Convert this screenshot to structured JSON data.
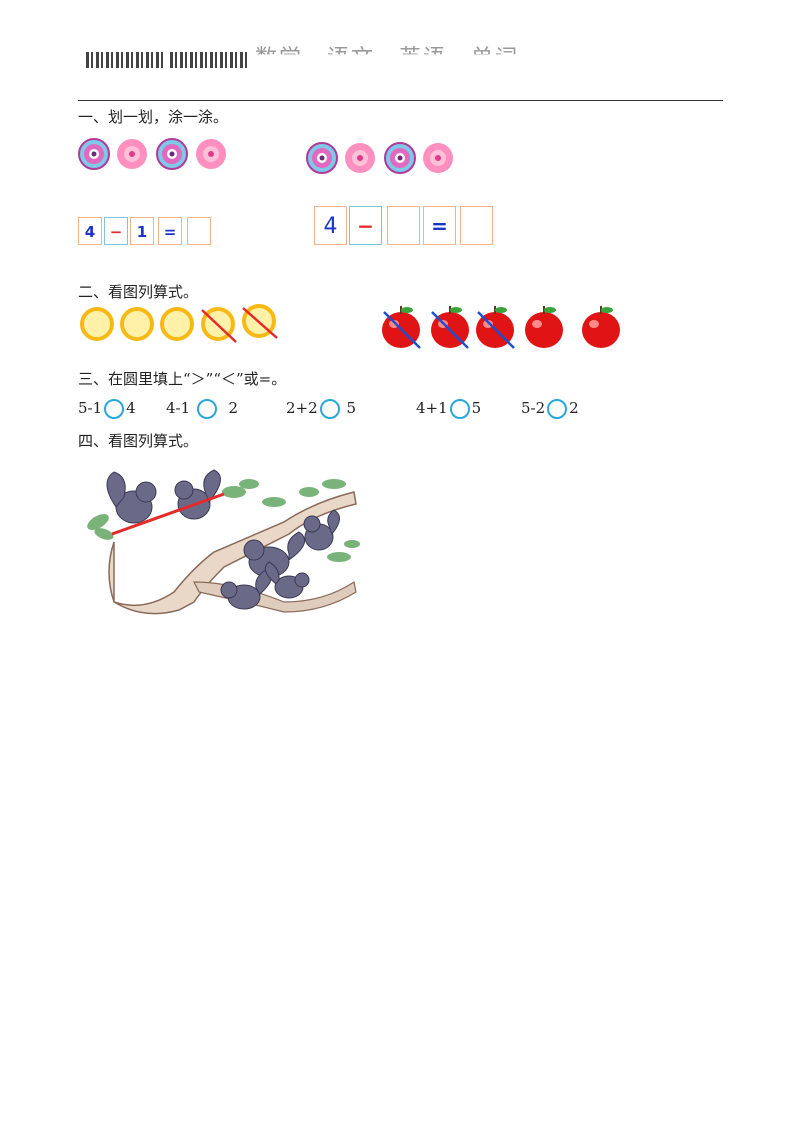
{
  "header": {
    "title": "数学、语文、英语、单词"
  },
  "sections": [
    {
      "label": "一、划一划，涂一涂。"
    },
    {
      "label": "二、看图列算式。"
    },
    {
      "label": "三、在圆里填上“＞”“＜”或=。"
    },
    {
      "label": "四、看图列算式。"
    }
  ],
  "equation_small": [
    "4",
    "−",
    "1",
    "=",
    ""
  ],
  "equation_large": [
    "4",
    "−",
    "",
    "=",
    ""
  ],
  "comparisons": [
    {
      "left": "5-1",
      "right": "4"
    },
    {
      "left": "4-1",
      "right": "2"
    },
    {
      "left": "2+2",
      "right": "5"
    },
    {
      "left": "4+1",
      "right": "5"
    },
    {
      "left": "5-2",
      "right": "2"
    }
  ],
  "colors": {
    "accent_blue": "#1a35c8",
    "accent_red": "#e52a2a",
    "circle": "#2aa7d8",
    "coin": "#f7b916"
  }
}
